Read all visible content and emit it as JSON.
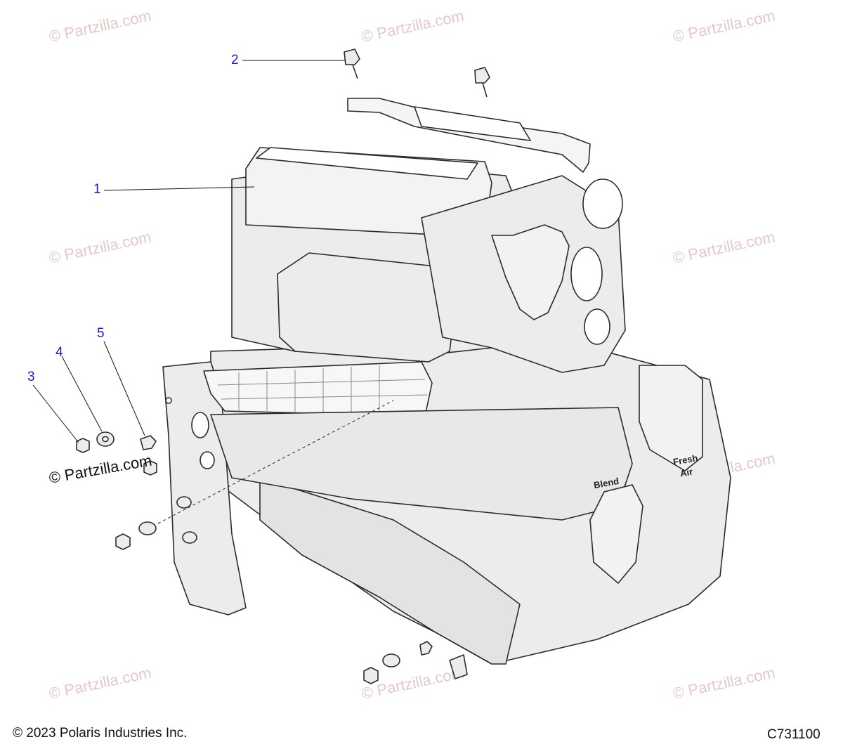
{
  "watermark": "© Partzilla.com",
  "brand_stamp": "© Partzilla.com",
  "callouts": {
    "c1": "1",
    "c2": "2",
    "c3": "3",
    "c4": "4",
    "c5": "5"
  },
  "diagram_labels": {
    "blend": "Blend",
    "fresh": "Fresh",
    "air": "Air"
  },
  "footer": {
    "copyright": "© 2023 Polaris Industries Inc.",
    "diagram_code": "C731100"
  },
  "colors": {
    "callout": "#1a1acc",
    "watermark": "#e4c9c9",
    "part_fill": "#ececec",
    "part_stroke": "#2b2b2b"
  }
}
